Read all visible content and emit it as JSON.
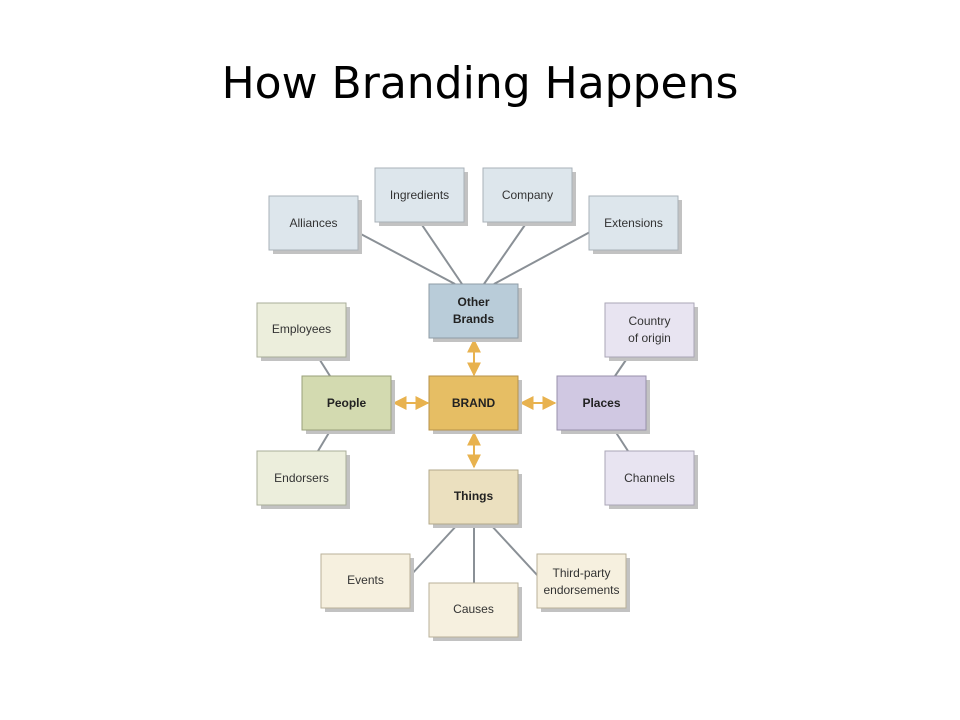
{
  "title": "How Branding Happens",
  "colors": {
    "blue": "#dde6ec",
    "blue_dark": "#b9ccd9",
    "green": "#eceedc",
    "green_dark": "#d3dab0",
    "purple": "#e8e4f1",
    "purple_dark": "#d0c8e2",
    "tan": "#f6f0df",
    "tan_dark": "#ebe0bf",
    "brand": "#e6be64",
    "arrow": "#e8b24e",
    "line": "#8a9096"
  },
  "nodes": {
    "brand": "BRAND",
    "other_brands": [
      "Other",
      "Brands"
    ],
    "people": "People",
    "places": "Places",
    "things": "Things",
    "alliances": "Alliances",
    "ingredients": "Ingredients",
    "company": "Company",
    "extensions": "Extensions",
    "employees": "Employees",
    "endorsers": "Endorsers",
    "country_of_origin": [
      "Country",
      "of origin"
    ],
    "channels": "Channels",
    "events": "Events",
    "causes": "Causes",
    "third_party": [
      "Third-party",
      "endorsements"
    ]
  }
}
